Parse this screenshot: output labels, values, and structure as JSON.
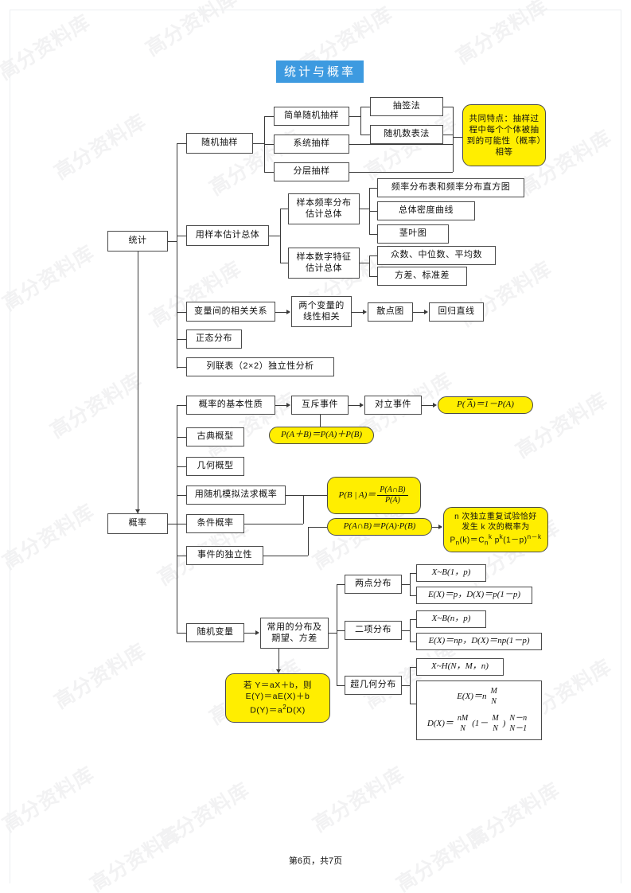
{
  "document": {
    "title": "统计与概率",
    "footer": "第6页，共7页",
    "watermark": "高分资料库",
    "title_bg": "#3d9ae0",
    "title_color": "#ffffff",
    "highlight_color": "#ffee00"
  },
  "roots": {
    "statistics": "统计",
    "probability": "概率"
  },
  "statistics": {
    "sampling": {
      "label": "随机抽样",
      "children": [
        {
          "label": "简单随机抽样",
          "children": [
            "抽签法",
            "随机数表法"
          ]
        },
        {
          "label": "系统抽样"
        },
        {
          "label": "分层抽样"
        }
      ],
      "note": "共同特点：抽样过程中每个个体被抽到的可能性（概率）相等"
    },
    "estimate": {
      "label": "用样本估计总体",
      "children": [
        {
          "label": "样本频率分布\n估计总体",
          "line1": "样本频率分布",
          "line2": "估计总体",
          "children": [
            "频率分布表和频率分布直方图",
            "总体密度曲线",
            "茎叶图"
          ]
        },
        {
          "label": "样本数字特征\n估计总体",
          "line1": "样本数字特征",
          "line2": "估计总体",
          "children": [
            "众数、中位数、平均数",
            "方差、标准差"
          ]
        }
      ]
    },
    "correlation": {
      "label": "变量间的相关关系",
      "linear_line1": "两个变量的",
      "linear_line2": "线性相关",
      "scatter": "散点图",
      "regression": "回归直线"
    },
    "normal": "正态分布",
    "contingency": "列联表（2×2）独立性分析"
  },
  "probability": {
    "basic": {
      "label": "概率的基本性质",
      "mutually_exclusive": "互斥事件",
      "complementary": "对立事件",
      "formula_complement": "P( A )＝1－P(A)",
      "formula_add": "P(A＋B)＝P(A)＋P(B)"
    },
    "classical": "古典概型",
    "geometric": "几何概型",
    "simulation": "用随机模拟法求概率",
    "conditional": {
      "label": "条件概率",
      "formula_num": "P(A∩B)",
      "formula_den": "P(A)",
      "formula_lhs": "P(B | A)＝"
    },
    "independence": {
      "label": "事件的独立性",
      "formula": "P(A∩B)＝P(A)·P(B)"
    },
    "bernoulli": {
      "line1": "n 次独立重复试验恰好",
      "line2": "发生 k 次的概率为",
      "line3": "Pn(k)＝Cnk pk(1－p)n－k"
    },
    "random_variable": {
      "label": "随机变量",
      "common_line1": "常用的分布及",
      "common_line2": "期望、方差",
      "distributions": [
        {
          "name": "两点分布",
          "model": "X~B(1，p)",
          "moments": "E(X)＝p，D(X)＝p(1－p)"
        },
        {
          "name": "二项分布",
          "model": "X~B(n，p)",
          "moments": "E(X)＝np，D(X)＝np(1－p)"
        },
        {
          "name": "超几何分布",
          "model": "X~H(N，M，n)",
          "moments_e": "E(X)＝n M/N",
          "moments_d": "D(X)＝(nM/N)(1－M/N)(N－n)/(N－1)"
        }
      ],
      "linear_transform": {
        "line1": "若 Y＝aX＋b，则",
        "line2": "E(Y)＝aE(X)＋b",
        "line3": "D(Y)＝a²D(X)"
      }
    }
  }
}
